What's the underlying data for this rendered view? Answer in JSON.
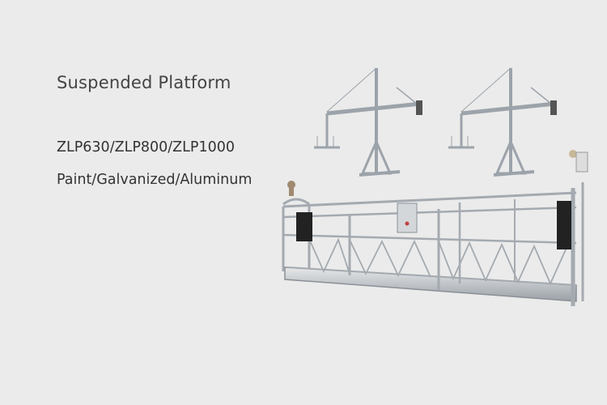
{
  "banner": {
    "title": "Suspended Platform",
    "models": "ZLP630/ZLP800/ZLP1000",
    "finishes": "Paint/Galvanized/Aluminum"
  },
  "colors": {
    "background": "#ebebeb",
    "text": "#444444",
    "metal": "#c8ccd0",
    "metal_dark": "#8a9096",
    "motor": "#222222"
  },
  "image": {
    "subject": "suspended-platform-with-two-suspension-mechanisms"
  }
}
